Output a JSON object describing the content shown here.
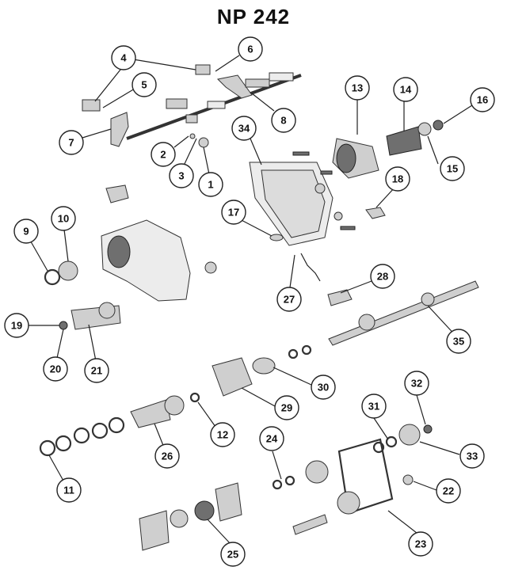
{
  "title": "NP 242",
  "callouts": [
    {
      "id": "callout-1",
      "label": "1"
    },
    {
      "id": "callout-2",
      "label": "2"
    },
    {
      "id": "callout-3",
      "label": "3"
    },
    {
      "id": "callout-4",
      "label": "4"
    },
    {
      "id": "callout-5",
      "label": "5"
    },
    {
      "id": "callout-6",
      "label": "6"
    },
    {
      "id": "callout-7",
      "label": "7"
    },
    {
      "id": "callout-8",
      "label": "8"
    },
    {
      "id": "callout-9",
      "label": "9"
    },
    {
      "id": "callout-10",
      "label": "10"
    },
    {
      "id": "callout-11",
      "label": "11"
    },
    {
      "id": "callout-12",
      "label": "12"
    },
    {
      "id": "callout-13",
      "label": "13"
    },
    {
      "id": "callout-14",
      "label": "14"
    },
    {
      "id": "callout-15",
      "label": "15"
    },
    {
      "id": "callout-16",
      "label": "16"
    },
    {
      "id": "callout-17",
      "label": "17"
    },
    {
      "id": "callout-18",
      "label": "18"
    },
    {
      "id": "callout-19",
      "label": "19"
    },
    {
      "id": "callout-20",
      "label": "20"
    },
    {
      "id": "callout-21",
      "label": "21"
    },
    {
      "id": "callout-22",
      "label": "22"
    },
    {
      "id": "callout-23",
      "label": "23"
    },
    {
      "id": "callout-24",
      "label": "24"
    },
    {
      "id": "callout-25",
      "label": "25"
    },
    {
      "id": "callout-26",
      "label": "26"
    },
    {
      "id": "callout-27",
      "label": "27"
    },
    {
      "id": "callout-28",
      "label": "28"
    },
    {
      "id": "callout-29",
      "label": "29"
    },
    {
      "id": "callout-30",
      "label": "30"
    },
    {
      "id": "callout-31",
      "label": "31"
    },
    {
      "id": "callout-32",
      "label": "32"
    },
    {
      "id": "callout-33",
      "label": "33"
    },
    {
      "id": "callout-34",
      "label": "34"
    },
    {
      "id": "callout-35",
      "label": "35"
    }
  ]
}
